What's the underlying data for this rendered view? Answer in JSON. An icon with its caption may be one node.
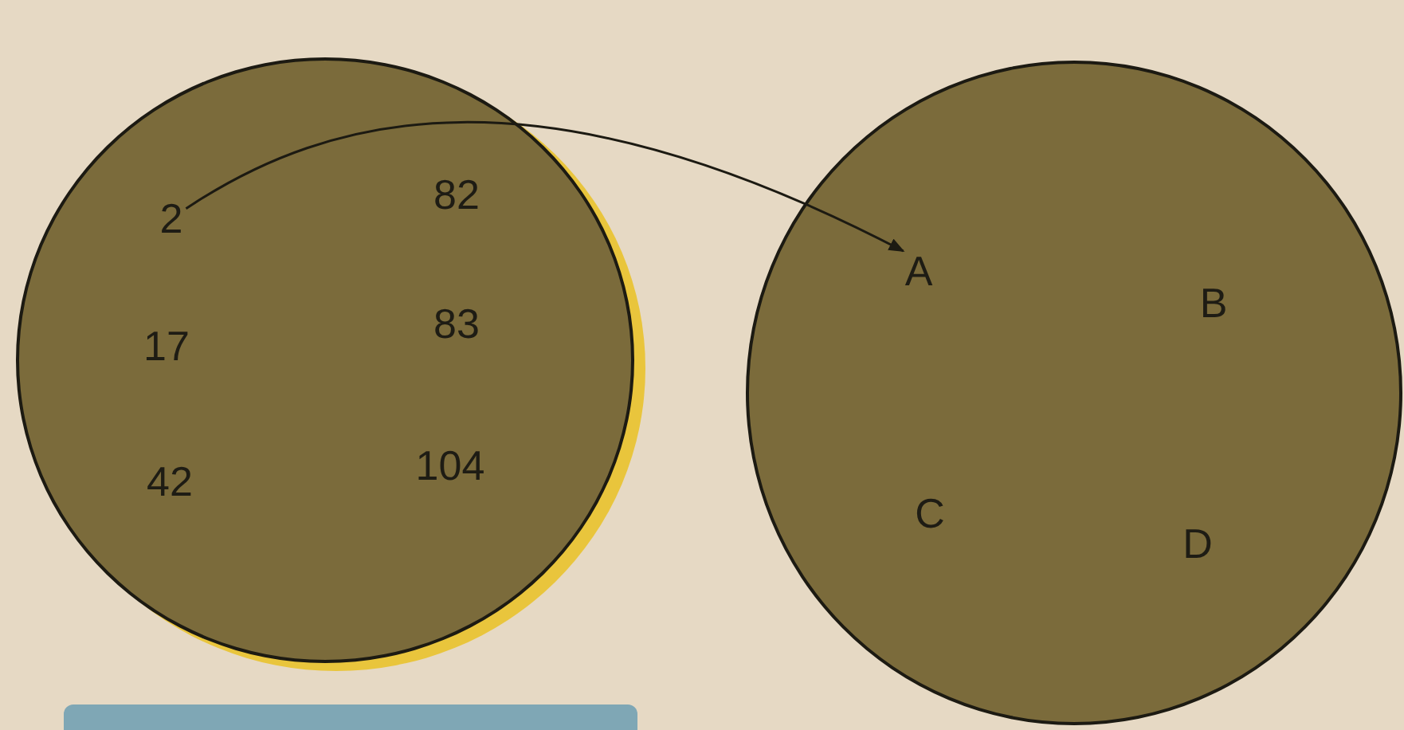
{
  "diagram": {
    "nodes": [
      {
        "text": [],
        "shape": "circle"
      },
      {
        "text": [
          "2"
        ],
        "in": 0
      },
      {
        "text": [
          "82"
        ],
        "in": 0
      },
      {
        "text": [
          "17"
        ],
        "in": 0
      },
      {
        "text": [
          "83"
        ],
        "in": 0
      },
      {
        "text": [
          "42"
        ],
        "in": 0
      },
      {
        "text": [
          "104"
        ],
        "in": 0
      },
      {
        "text": [],
        "shape": "circle"
      },
      {
        "text": [
          "A"
        ],
        "in": 7
      },
      {
        "text": [
          "B"
        ],
        "in": 7
      },
      {
        "text": [
          "C"
        ],
        "in": 7
      },
      {
        "text": [
          "D"
        ],
        "in": 7
      }
    ],
    "edges": [
      {
        "from": 1,
        "to": 8,
        "arrow": "to"
      }
    ]
  }
}
